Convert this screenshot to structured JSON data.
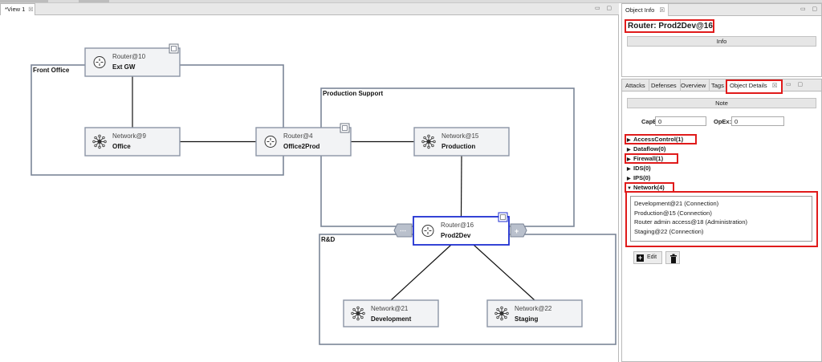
{
  "editor": {
    "tab_label": "*View 1",
    "tab_close": "☒",
    "window_controls": "▭ ▢"
  },
  "diagram": {
    "groups": [
      {
        "id": "front-office",
        "label": "Front Office"
      },
      {
        "id": "production-support",
        "label": "Production Support"
      },
      {
        "id": "rnd",
        "label": "R&D"
      }
    ],
    "nodes": [
      {
        "id": "router10",
        "kind": "router",
        "name": "Router@10",
        "label": "Ext GW"
      },
      {
        "id": "network9",
        "kind": "network",
        "name": "Network@9",
        "label": "Office"
      },
      {
        "id": "router4",
        "kind": "router",
        "name": "Router@4",
        "label": "Office2Prod"
      },
      {
        "id": "network15",
        "kind": "network",
        "name": "Network@15",
        "label": "Production"
      },
      {
        "id": "router16",
        "kind": "router",
        "name": "Router@16",
        "label": "Prod2Dev",
        "selected": true
      },
      {
        "id": "network21",
        "kind": "network",
        "name": "Network@21",
        "label": "Development"
      },
      {
        "id": "network22",
        "kind": "network",
        "name": "Network@22",
        "label": "Staging"
      }
    ],
    "edges": [
      [
        "router10",
        "network9"
      ],
      [
        "network9",
        "router4"
      ],
      [
        "router4",
        "network15"
      ],
      [
        "network15",
        "router16"
      ],
      [
        "router16",
        "network21"
      ],
      [
        "router16",
        "network22"
      ]
    ],
    "port_markers": [
      "⋯",
      "+"
    ]
  },
  "object_info": {
    "tab_label": "Object Info",
    "tab_close": "☒",
    "title": "Router: Prod2Dev@16",
    "info_button": "Info"
  },
  "details": {
    "tabs": [
      "Attacks",
      "Defenses",
      "Overview",
      "Tags",
      "Object Details"
    ],
    "active_tab": "Object Details",
    "tab_close": "☒",
    "note_button": "Note",
    "capex_label": "CapEx:",
    "capex_value": "0",
    "opex_label": "OpEx:",
    "opex_value": "0",
    "tree": [
      {
        "label": "AccessControl(1)",
        "expanded": false,
        "highlighted": true
      },
      {
        "label": "Dataflow(0)",
        "expanded": false,
        "highlighted": false
      },
      {
        "label": "Firewall(1)",
        "expanded": false,
        "highlighted": true
      },
      {
        "label": "IDS(0)",
        "expanded": false,
        "highlighted": false
      },
      {
        "label": "IPS(0)",
        "expanded": false,
        "highlighted": false
      },
      {
        "label": "Network(4)",
        "expanded": true,
        "highlighted": true
      }
    ],
    "network_list": [
      "Development@21 (Connection)",
      "Production@15 (Connection)",
      "Router admin access@18 (Administration)",
      "Staging@22 (Connection)"
    ],
    "edit_button": "Edit",
    "collapsed_arrow": "▶",
    "expanded_arrow": "▼"
  },
  "colors": {
    "highlight_red": "#e01b1b",
    "group_border": "#7b8597",
    "node_border": "#8c95a5",
    "node_fill": "#f2f3f5",
    "selected_border": "#1f2fd1",
    "selected_fill": "#ffffff"
  }
}
